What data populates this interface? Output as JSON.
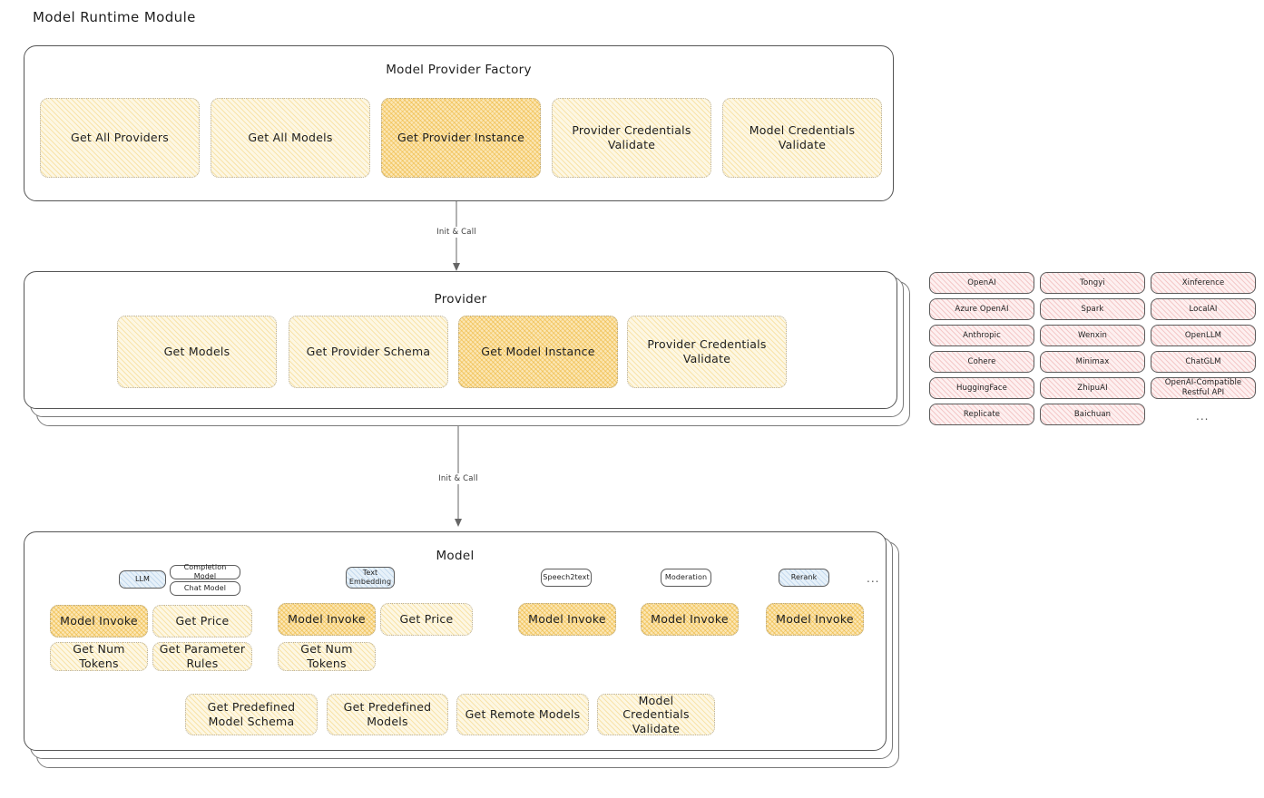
{
  "page": {
    "title": "Model Runtime Module"
  },
  "factory": {
    "title": "Model Provider Factory",
    "methods": [
      {
        "label": "Get All Providers",
        "highlight": false
      },
      {
        "label": "Get All Models",
        "highlight": false
      },
      {
        "label": "Get Provider Instance",
        "highlight": true
      },
      {
        "label": "Provider Credentials Validate",
        "highlight": false
      },
      {
        "label": "Model Credentials Validate",
        "highlight": false
      }
    ]
  },
  "connector_1": {
    "label": "Init & Call"
  },
  "provider": {
    "title": "Provider",
    "methods": [
      {
        "label": "Get Models",
        "highlight": false
      },
      {
        "label": "Get Provider Schema",
        "highlight": false
      },
      {
        "label": "Get Model Instance",
        "highlight": true
      },
      {
        "label": "Provider Credentials Validate",
        "highlight": false
      }
    ]
  },
  "connector_2": {
    "label": "Init & Call"
  },
  "provider_list": {
    "columns": [
      [
        "OpenAI",
        "Azure OpenAI",
        "Anthropic",
        "Cohere",
        "HuggingFace",
        "Replicate"
      ],
      [
        "Tongyi",
        "Spark",
        "Wenxin",
        "Minimax",
        "ZhipuAI",
        "Baichuan"
      ],
      [
        "Xinference",
        "LocalAI",
        "OpenLLM",
        "ChatGLM",
        "OpenAI-Compatible Restful API"
      ]
    ],
    "more": "..."
  },
  "model": {
    "title": "Model",
    "more": "...",
    "types": [
      {
        "badge": "LLM",
        "badge_style": "blue",
        "sub_badges": [
          "Completion Model",
          "Chat Model"
        ],
        "methods": [
          {
            "label": "Model Invoke",
            "highlight": true
          },
          {
            "label": "Get Price",
            "highlight": false
          },
          {
            "label": "Get Num Tokens",
            "highlight": false
          },
          {
            "label": "Get Parameter Rules",
            "highlight": false
          }
        ]
      },
      {
        "badge": "Text Embedding",
        "badge_style": "blue",
        "sub_badges": [],
        "methods": [
          {
            "label": "Model Invoke",
            "highlight": true
          },
          {
            "label": "Get Price",
            "highlight": false
          },
          {
            "label": "Get Num Tokens",
            "highlight": false
          }
        ]
      },
      {
        "badge": "Speech2text",
        "badge_style": "white",
        "sub_badges": [],
        "methods": [
          {
            "label": "Model Invoke",
            "highlight": true
          }
        ]
      },
      {
        "badge": "Moderation",
        "badge_style": "white",
        "sub_badges": [],
        "methods": [
          {
            "label": "Model Invoke",
            "highlight": true
          }
        ]
      },
      {
        "badge": "Rerank",
        "badge_style": "blue",
        "sub_badges": [],
        "methods": [
          {
            "label": "Model Invoke",
            "highlight": true
          }
        ]
      }
    ],
    "common_methods": [
      "Get Predefined Model Schema",
      "Get Predefined Models",
      "Get Remote Models",
      "Model Credentials Validate"
    ]
  },
  "colors": {
    "amber_strong": "#fbe6b4",
    "amber_light": "#fdf7e3",
    "pink": "#fdf0f0",
    "blue": "#e7f1f9",
    "stroke": "#555555",
    "text": "#1e1e1e"
  }
}
